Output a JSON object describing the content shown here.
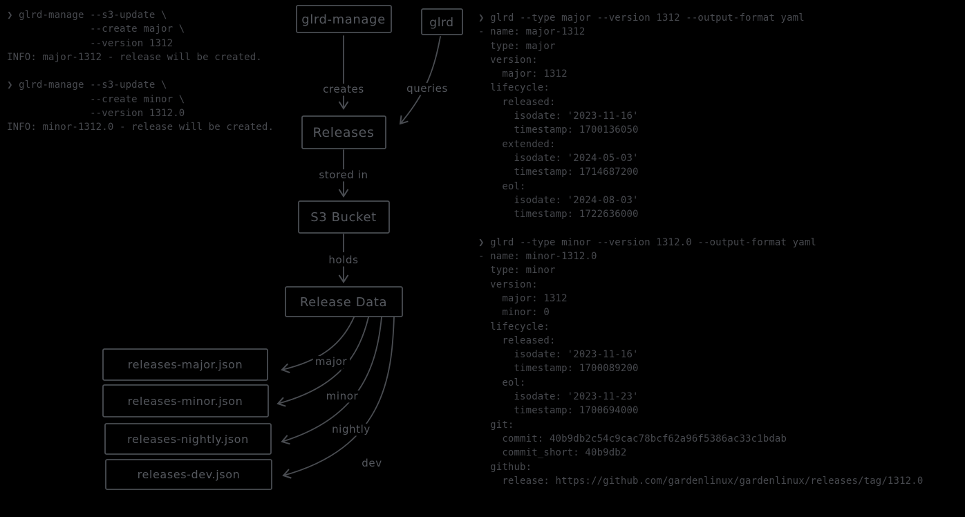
{
  "colors": {
    "background": "#000000",
    "diagram_ink": "#4a4d52",
    "diagram_text": "#55585e",
    "terminal_text": "#47494e"
  },
  "terminal_left": {
    "lines": [
      "❯ glrd-manage --s3-update \\",
      "              --create major \\",
      "              --version 1312",
      "INFO: major-1312 - release will be created.",
      "",
      "❯ glrd-manage --s3-update \\",
      "              --create minor \\",
      "              --version 1312.0",
      "INFO: minor-1312.0 - release will be created."
    ]
  },
  "terminal_right": {
    "lines": [
      "❯ glrd --type major --version 1312 --output-format yaml",
      "- name: major-1312",
      "  type: major",
      "  version:",
      "    major: 1312",
      "  lifecycle:",
      "    released:",
      "      isodate: '2023-11-16'",
      "      timestamp: 1700136050",
      "    extended:",
      "      isodate: '2024-05-03'",
      "      timestamp: 1714687200",
      "    eol:",
      "      isodate: '2024-08-03'",
      "      timestamp: 1722636000",
      "",
      "❯ glrd --type minor --version 1312.0 --output-format yaml",
      "- name: minor-1312.0",
      "  type: minor",
      "  version:",
      "    major: 1312",
      "    minor: 0",
      "  lifecycle:",
      "    released:",
      "      isodate: '2023-11-16'",
      "      timestamp: 1700089200",
      "    eol:",
      "      isodate: '2023-11-23'",
      "      timestamp: 1700694000",
      "  git:",
      "    commit: 40b9db2c54c9cac78bcf62a96f5386ac33c1bdab",
      "    commit_short: 40b9db2",
      "  github:",
      "    release: https://github.com/gardenlinux/gardenlinux/releases/tag/1312.0"
    ]
  },
  "diagram": {
    "nodes": {
      "glrd_manage": "glrd-manage",
      "glrd": "glrd",
      "releases": "Releases",
      "s3_bucket": "S3 Bucket",
      "release_data": "Release Data",
      "file_major": "releases-major.json",
      "file_minor": "releases-minor.json",
      "file_nightly": "releases-nightly.json",
      "file_dev": "releases-dev.json"
    },
    "edge_labels": {
      "creates": "creates",
      "queries": "queries",
      "stored_in": "stored in",
      "holds": "holds",
      "major": "major",
      "minor": "minor",
      "nightly": "nightly",
      "dev": "dev"
    }
  }
}
